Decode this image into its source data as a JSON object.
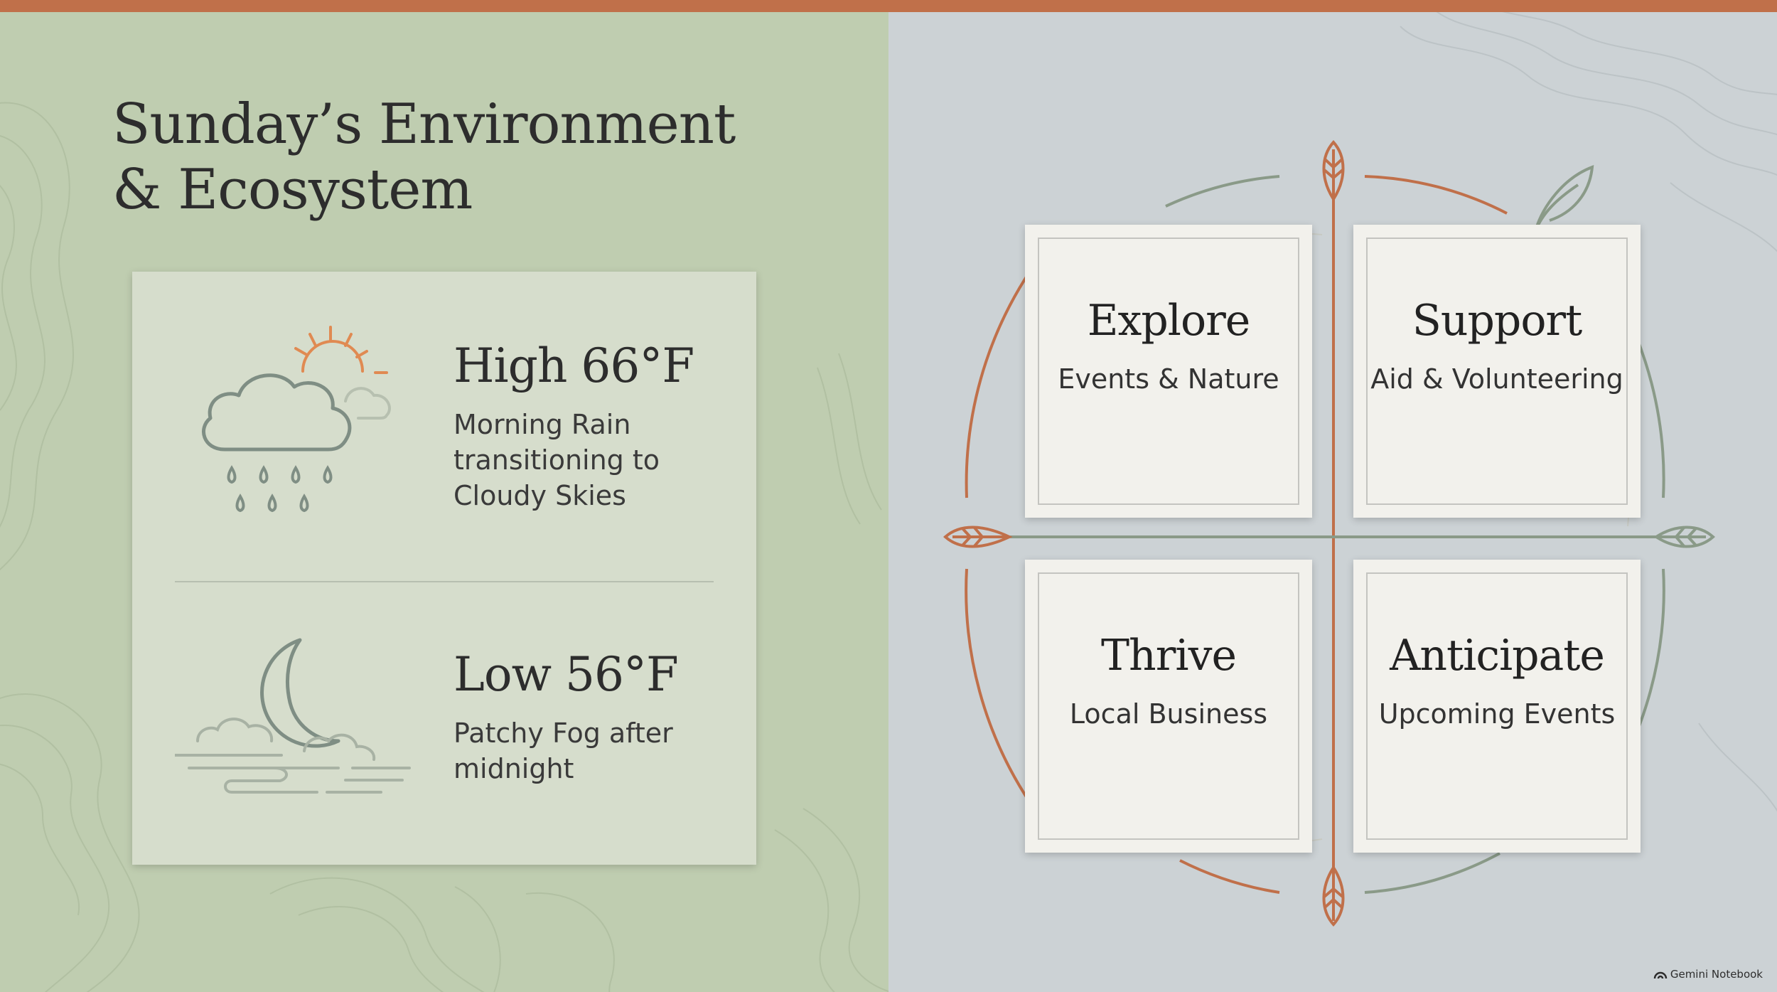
{
  "title": {
    "line1": "Sunday’s Environment",
    "line2": "& Ecosystem"
  },
  "weather": {
    "high": {
      "temp": "High 66°F",
      "description": "Morning Rain transitioning to Cloudy Skies",
      "icon": "rain-cloud-sun-icon"
    },
    "low": {
      "temp": "Low 56°F",
      "description": "Patchy Fog after midnight",
      "icon": "moon-fog-icon"
    }
  },
  "quadrants": [
    {
      "title": "Explore",
      "subtitle": "Events & Nature"
    },
    {
      "title": "Support",
      "subtitle": "Aid & Volunteering"
    },
    {
      "title": "Thrive",
      "subtitle": "Local Business"
    },
    {
      "title": "Anticipate",
      "subtitle": "Upcoming Events"
    }
  ],
  "branding": {
    "label": "Gemini Notebook",
    "icon": "notebook-logo-icon"
  },
  "colors": {
    "accent": "#c0704a",
    "left_panel": "#bfcdb0",
    "right_panel": "#ccd2d5",
    "line_green": "#8a9a88"
  }
}
